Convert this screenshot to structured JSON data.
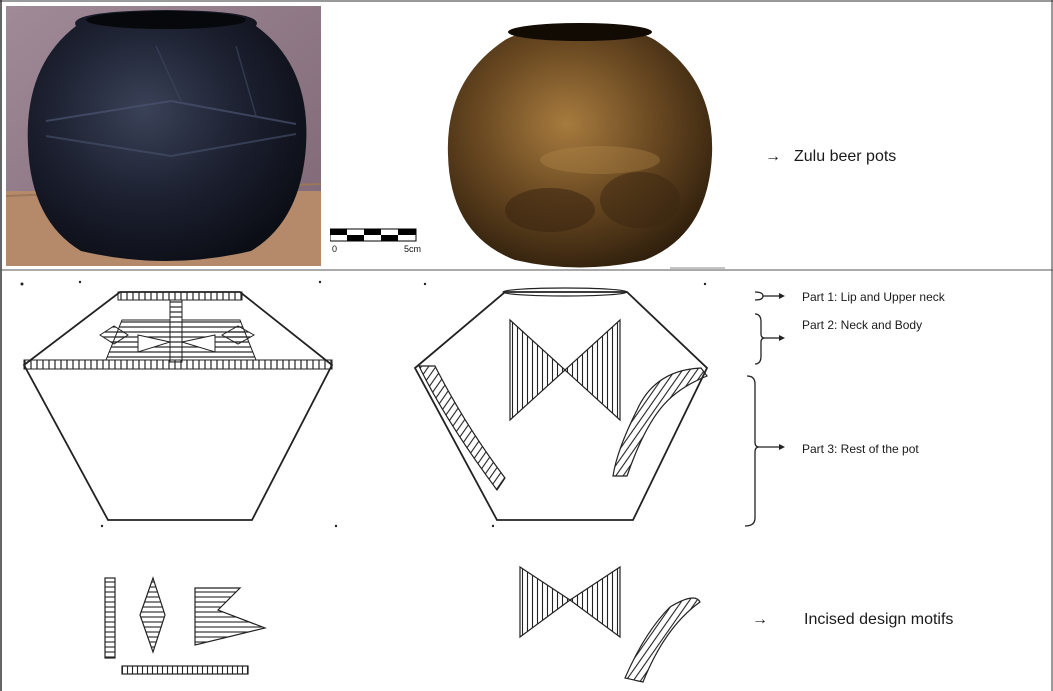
{
  "labels": {
    "beer_pots": "Zulu beer pots",
    "part1": "Part 1: Lip and Upper neck",
    "part2": "Part 2: Neck and Body",
    "part3": "Part 3:  Rest of the pot",
    "motifs": "Incised design motifs"
  },
  "scale_bar": {
    "start_label": "0",
    "end_label": "5cm"
  },
  "colors": {
    "black_pot": "#1c2030",
    "brown_pot": "#6b4a22",
    "photo_background": "#8f7884",
    "table_surface": "#b48a6a",
    "line_ink": "#222222"
  }
}
